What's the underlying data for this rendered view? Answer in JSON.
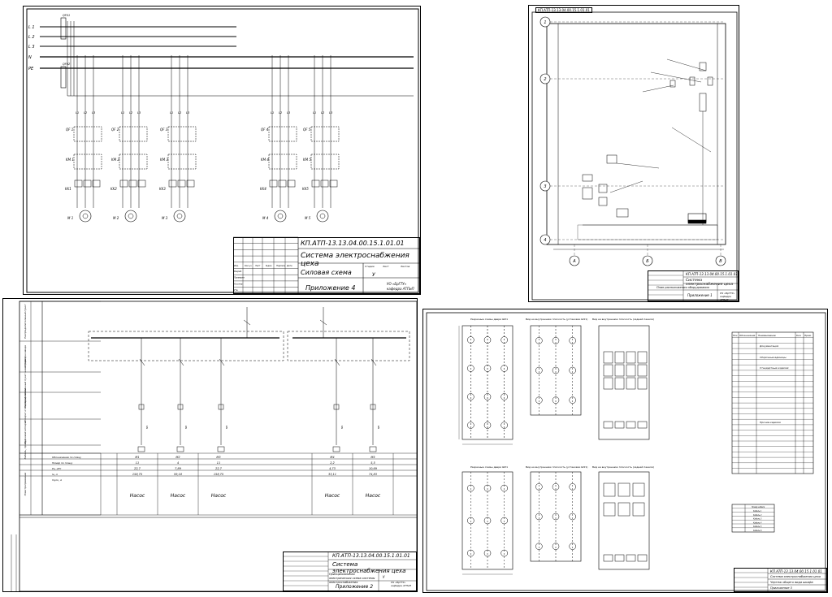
{
  "sheet_power": {
    "bus_labels": [
      "L 1",
      "L 2",
      "L 3",
      "N",
      "PE"
    ],
    "switch_in_1": "QF01",
    "switch_in_2": "QF02",
    "motors": [
      {
        "qf": "QF 1",
        "km": "KM 1",
        "kk": "KK1",
        "m": "M 1"
      },
      {
        "qf": "QF 2",
        "km": "KM 2",
        "kk": "KK2",
        "m": "M 2"
      },
      {
        "qf": "QF 3",
        "km": "KM 3",
        "kk": "KK3",
        "m": "M 3"
      },
      {
        "qf": "QF 4",
        "km": "KM 4",
        "kk": "KK4",
        "m": "M 4"
      },
      {
        "qf": "QF 5",
        "km": "KM 5",
        "kk": "KK5",
        "m": "M 5"
      }
    ],
    "title_block": {
      "code": "КП.АТП-13.13.04.00.15.1.01.01",
      "title": "Система электроснабжения цеха",
      "sheet_name": "Силовая схема",
      "appendix": "Приложение 4",
      "org": "УО «БрГТУ» кафедра АТПиП",
      "stage": "У",
      "row_labels": [
        "Изм.",
        "Кол.уч",
        "Лист",
        "№док.",
        "Подпись",
        "Дата"
      ],
      "people": [
        "Разраб.",
        "Проверил",
        "Н.контр.",
        "Утв."
      ],
      "col_labels": [
        "Стадия",
        "Лист",
        "Листов"
      ]
    }
  },
  "sheet_layout": {
    "header_code": "КП.АТП-13.13.04.00.15.1.01.01",
    "axes_left": [
      "1",
      "2",
      "3",
      "4"
    ],
    "axes_bottom": [
      "А",
      "Б",
      "В"
    ],
    "title_block": {
      "code": "КП.АТП-13.13.04.00.15.1.01.01",
      "title": "Система электроснабжения цеха",
      "sheet_name": "План расположения оборудования",
      "appendix": "Приложение 1",
      "org": "УО «БрГТУ» кафедра АТПиП"
    }
  },
  "sheet_distribution": {
    "row_labels": [
      "Распределительный пункт",
      "Аппарат на вводе",
      "Распределительный пункт шинопровод",
      "Аппарат отходящей линии",
      "Пусковой аппарат",
      "Кабель, провод",
      "Электроприемник"
    ],
    "param_labels": [
      "Обозначение по плану",
      "Номер по плану",
      "Рн, кВт",
      "Iн, А",
      "Iпуск, А"
    ],
    "consumers": [
      {
        "num": "M1",
        "p": "11",
        "i": "22,7",
        "ip": "158,75",
        "name": "Насос"
      },
      {
        "num": "M2",
        "p": "4",
        "i": "7,89",
        "ip": "59,18",
        "name": "Насос"
      },
      {
        "num": "M3",
        "p": "11",
        "i": "22,7",
        "ip": "158,75",
        "name": "Насос"
      },
      {
        "num": "M4",
        "p": "2,2",
        "i": "4,73",
        "ip": "33,11",
        "name": "Насос"
      },
      {
        "num": "M5",
        "p": "5,5",
        "i": "10,69",
        "ip": "74,83",
        "name": "Насос"
      }
    ],
    "title_block": {
      "code": "КП.АТП-13.13.04.00.15.1.01.01",
      "title": "Система электроснабжения цеха",
      "sheet_name": "Принципиальная электрическая схема системы электроснабжения",
      "appendix": "Приложение 2",
      "org": "УО «БрГТУ» кафедра АТПиП",
      "stage": "У"
    }
  },
  "sheet_cabinets": {
    "view_titles": [
      "Разрезные схемы двери ШУ1",
      "Вид на внутреннюю плоскость (установки ШУ1)",
      "Вид на внутреннюю плоскость (задней панели)"
    ],
    "spec_headers": [
      "Поз.",
      "Обозначение",
      "Наименование",
      "Кол.",
      "Прим."
    ],
    "spec_sections": [
      "Документация",
      "Сборочные единицы",
      "Стандартные изделия",
      "Прочие изделия"
    ],
    "table2_header": "Номер кабеля",
    "table2_rows": [
      "Кабель 1",
      "Кабель 2",
      "Кабель 3",
      "Кабель 4",
      "Кабель 5",
      "Кабель 6"
    ],
    "title_block": {
      "code": "КП.АТП-13.13.04.00.15.1.01.01",
      "title": "Система электроснабжения цеха",
      "sheet_name": "Чертеж общего вида шкафа",
      "appendix": "Приложение 3"
    }
  }
}
